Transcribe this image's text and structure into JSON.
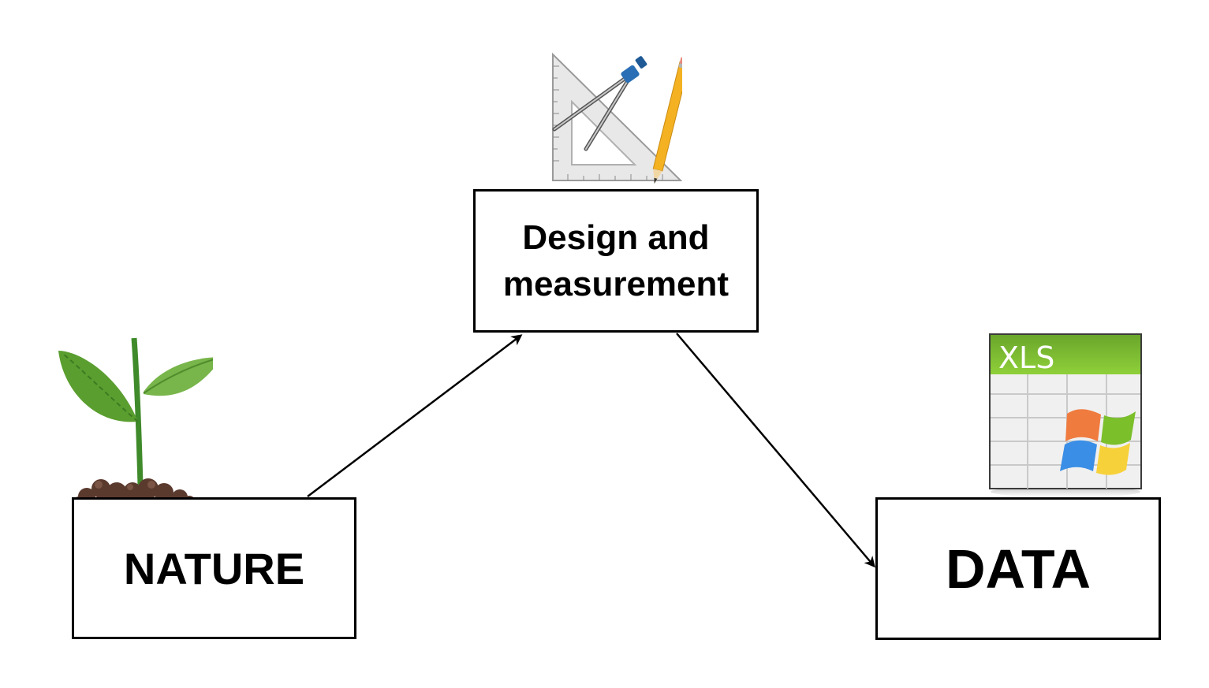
{
  "nodes": {
    "nature": {
      "label": "NATURE",
      "icon": "plant-sprout-icon"
    },
    "design": {
      "label": "Design and\nmeasurement",
      "icon": "drafting-tools-icon"
    },
    "data": {
      "label": "DATA",
      "icon": "xls-spreadsheet-icon"
    }
  },
  "icons": {
    "xls_label": "XLS"
  },
  "edges": [
    {
      "from": "nature",
      "to": "design"
    },
    {
      "from": "design",
      "to": "data"
    }
  ],
  "colors": {
    "box_border": "#000000",
    "arrow": "#000000",
    "leaf_green": "#5a9e2f",
    "soil_brown": "#5b3a2e",
    "xls_header_green": "#7bbf2a",
    "pencil_yellow": "#f4b223",
    "compass_blue": "#2a6fb5"
  }
}
